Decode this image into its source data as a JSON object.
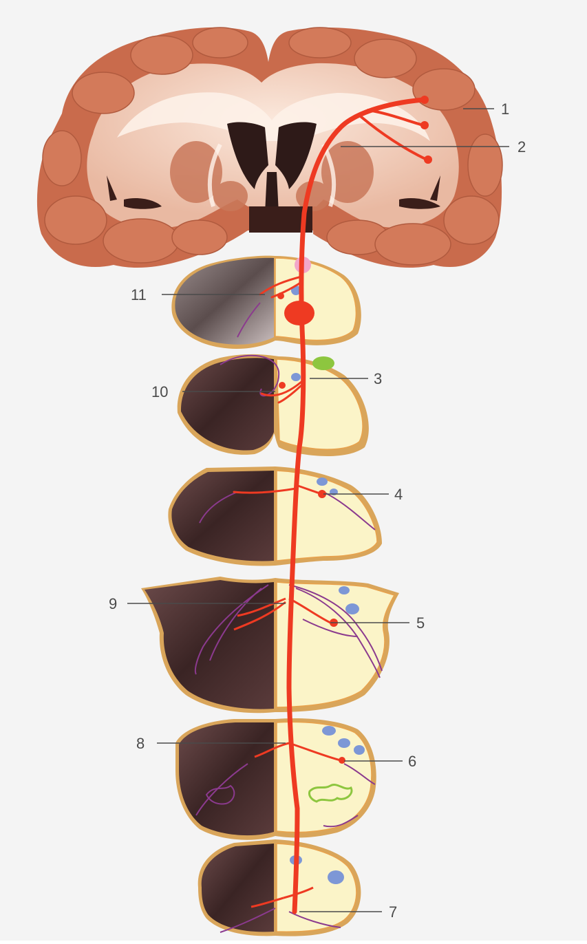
{
  "figure": {
    "background_color": "#f4f4f4",
    "pathway_color": "#ee3a22",
    "secondary_fiber_color": "#8b3a8e",
    "white_matter_color": "#f3d9c9",
    "grey_matter_color": "#c96b4c",
    "stain_dark_color": "#4a2f2f",
    "schematic_fill_color": "#fbf4c8",
    "section_rim_color": "#d9a55a",
    "nucleus_blue_color": "#7d97d6",
    "nucleus_green_color": "#8dc63f"
  },
  "sections": [
    {
      "name": "cerebrum-coronal-section"
    },
    {
      "name": "midbrain-section"
    },
    {
      "name": "upper-pons-section"
    },
    {
      "name": "mid-pons-section"
    },
    {
      "name": "lower-pons-section"
    },
    {
      "name": "upper-medulla-section"
    },
    {
      "name": "lower-medulla-section"
    }
  ],
  "labels": [
    {
      "id": "1",
      "text": "1"
    },
    {
      "id": "2",
      "text": "2"
    },
    {
      "id": "3",
      "text": "3"
    },
    {
      "id": "4",
      "text": "4"
    },
    {
      "id": "5",
      "text": "5"
    },
    {
      "id": "6",
      "text": "6"
    },
    {
      "id": "7",
      "text": "7"
    },
    {
      "id": "8",
      "text": "8"
    },
    {
      "id": "9",
      "text": "9"
    },
    {
      "id": "10",
      "text": "10"
    },
    {
      "id": "11",
      "text": "11"
    }
  ]
}
